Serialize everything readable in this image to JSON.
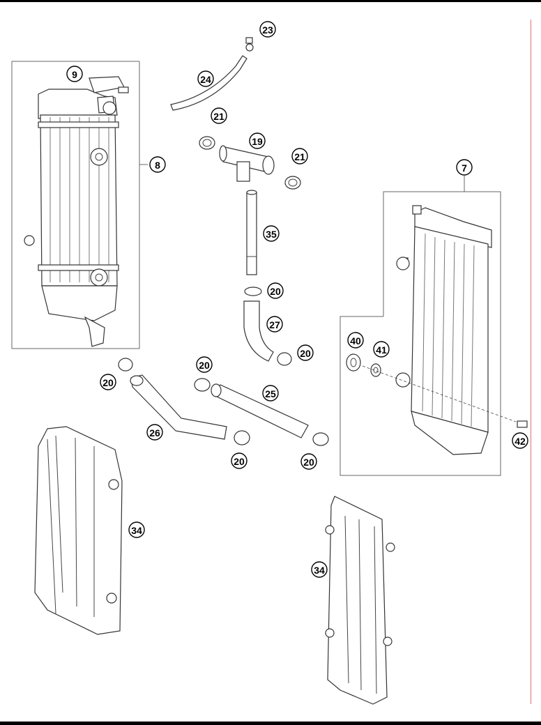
{
  "callouts": {
    "c23": "23",
    "c24": "24",
    "c9": "9",
    "c8": "8",
    "c21a": "21",
    "c19": "19",
    "c21b": "21",
    "c7": "7",
    "c35": "35",
    "c20a": "20",
    "c27": "27",
    "c20b": "20",
    "c40": "40",
    "c41": "41",
    "c20c": "20",
    "c20d": "20",
    "c25": "25",
    "c26": "26",
    "c20e": "20",
    "c20f": "20",
    "c42": "42",
    "c34a": "34",
    "c34b": "34"
  }
}
